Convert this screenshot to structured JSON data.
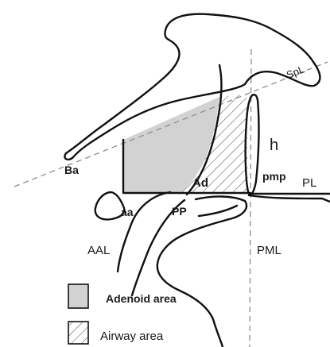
{
  "labels": {
    "spl": "SpL",
    "h": "h",
    "ba": "Ba",
    "ad": "Ad",
    "pmp": "pmp",
    "pl": "PL",
    "aa": "aa",
    "pp": "PP",
    "aal": "AAL",
    "pml": "PML"
  },
  "legend": {
    "adenoid_label": "Adenoid area",
    "airway_label": "Airway area"
  },
  "colors": {
    "adenoid_fill": "#d2d2d2",
    "outline": "#111111",
    "reference_line": "#8c8c8c",
    "hatch": "#555555"
  }
}
